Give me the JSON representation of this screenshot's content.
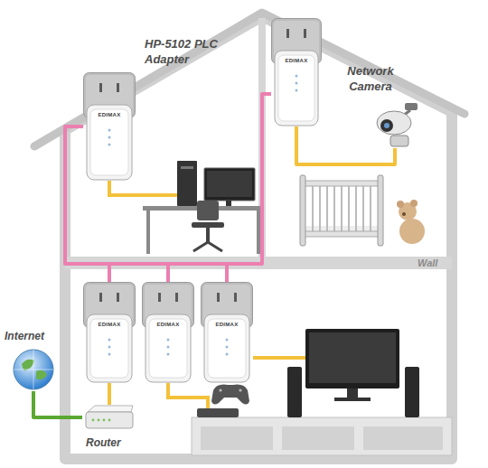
{
  "diagram": {
    "nodes": [
      {
        "text": [
          "EDIMAX",
          "HP-5102 PLC Adapter"
        ]
      },
      {
        "text": [
          "EDIMAX"
        ]
      },
      {
        "text": [
          "Network Camera"
        ]
      },
      {
        "text": [
          "Internet"
        ]
      },
      {
        "text": [
          "EDIMAX"
        ]
      },
      {
        "text": [
          "EDIMAX"
        ]
      },
      {
        "text": [
          "EDIMAX"
        ]
      },
      {
        "text": [
          "Router"
        ]
      }
    ],
    "edges": [
      {
        "from": 4,
        "to": 0,
        "arrow": "none"
      },
      {
        "from": 4,
        "to": 1,
        "arrow": "none"
      },
      {
        "from": 4,
        "to": 5,
        "arrow": "none"
      },
      {
        "from": 4,
        "to": 6,
        "arrow": "none"
      },
      {
        "from": 1,
        "to": 2,
        "arrow": "none"
      },
      {
        "from": 4,
        "to": 7,
        "arrow": "none"
      },
      {
        "from": 7,
        "to": 3,
        "arrow": "none"
      }
    ],
    "labels": [
      "Wall"
    ]
  }
}
